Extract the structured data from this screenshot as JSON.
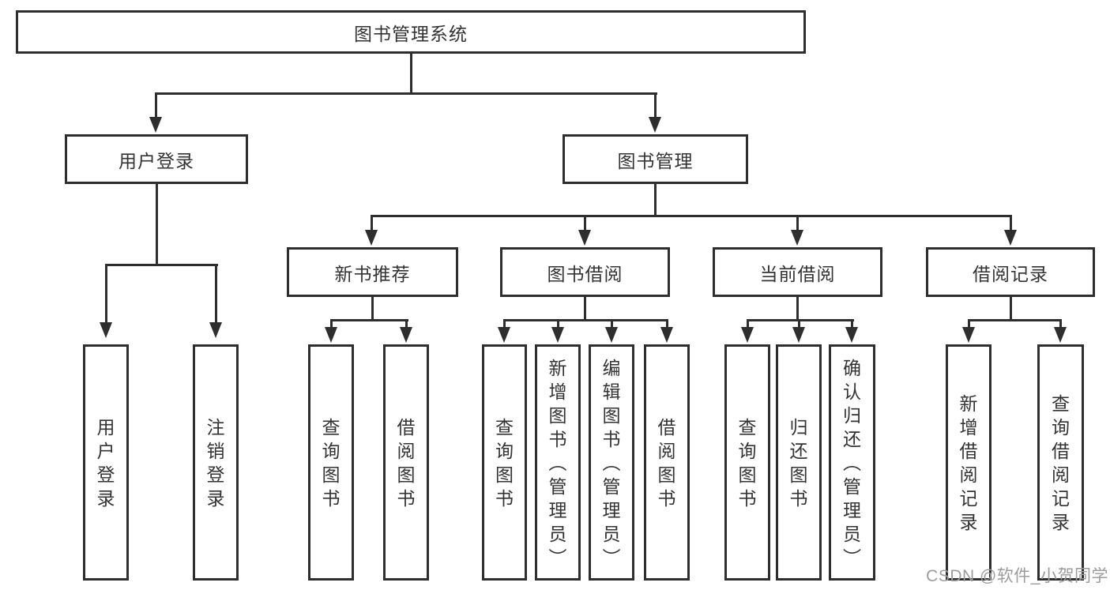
{
  "colors": {
    "line": "#2e2e2e",
    "text": "#333333",
    "watermark": "#9c9c9c",
    "background": "#ffffff"
  },
  "tree": {
    "root": {
      "label": "图书管理系统"
    },
    "user_login": {
      "label": "用户登录",
      "children": [
        {
          "label": "用户登录"
        },
        {
          "label": "注销登录"
        }
      ]
    },
    "book_mgmt": {
      "label": "图书管理",
      "groups": [
        {
          "label": "新书推荐",
          "children": [
            {
              "label": "查询图书"
            },
            {
              "label": "借阅图书"
            }
          ]
        },
        {
          "label": "图书借阅",
          "children": [
            {
              "label": "查询图书"
            },
            {
              "label": "新增图书（管理员）"
            },
            {
              "label": "编辑图书（管理员）"
            },
            {
              "label": "借阅图书"
            }
          ]
        },
        {
          "label": "当前借阅",
          "children": [
            {
              "label": "查询图书"
            },
            {
              "label": "归还图书"
            },
            {
              "label": "确认归还（管理员）"
            }
          ]
        },
        {
          "label": "借阅记录",
          "children": [
            {
              "label": "新增借阅记录"
            },
            {
              "label": "查询借阅记录"
            }
          ]
        }
      ]
    }
  },
  "watermark": {
    "text": "CSDN @软件_小贺同学"
  }
}
